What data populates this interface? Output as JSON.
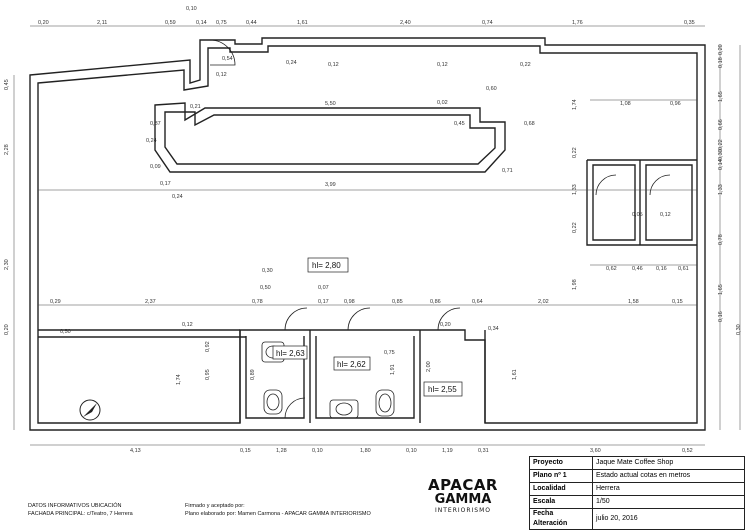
{
  "title_block": {
    "rows": [
      {
        "key": "Proyecto",
        "value": "Jaque Mate Coffee Shop"
      },
      {
        "key": "Plano nº 1",
        "value": "Estado actual cotas en metros"
      },
      {
        "key": "Localidad",
        "value": "Herrera"
      },
      {
        "key": "Escala",
        "value": "1/50"
      },
      {
        "key": "Fecha Alteración",
        "value": "julio 20, 2016"
      }
    ]
  },
  "logo": {
    "line1": "APACAR",
    "line2": "GAMMA",
    "line3": "INTERIORISMO"
  },
  "footer": {
    "info_title": "DATOS INFORMATIVOS UBICACIÓN",
    "info_address": "FACHADA PRINCIPAL: c/Teatro, 7 Herrera",
    "signed": "Firmado y aceptado por:",
    "prepared": "Plano elaborado por: Mamen Carmona - APACAR GAMMA INTERIORISMO"
  },
  "room_heights": [
    "hl= 2,80",
    "hl= 2,63",
    "hl= 2,62",
    "hl= 2,55"
  ],
  "dimensions": {
    "top": [
      "0,20",
      "2,11",
      "0,59",
      "0,10",
      "0,14",
      "0,75",
      "0,44",
      "1,61",
      "2,40",
      "0,74",
      "1,76",
      "0,35"
    ],
    "interior": [
      "5,50",
      "3,99",
      "0,60",
      "1,08",
      "0,96",
      "0,87",
      "0,21",
      "0,24",
      "0,09",
      "0,17",
      "0,24",
      "0,45",
      "0,68",
      "0,71",
      "0,54",
      "0,24",
      "0,12",
      "0,12",
      "0,22",
      "0,12",
      "0,02"
    ],
    "left": [
      "0,45",
      "2,28",
      "2,30",
      "0,20"
    ],
    "right": [
      "0,20",
      "0,18",
      "1,65",
      "0,66",
      "0,22",
      "0,30",
      "0,14",
      "1,33",
      "0,78",
      "1,65",
      "0,16",
      "0,30"
    ],
    "middle": [
      "0,29",
      "2,37",
      "0,78",
      "0,17",
      "0,98",
      "0,85",
      "0,86",
      "0,64",
      "2,02",
      "1,58",
      "0,15",
      "0,30",
      "0,50",
      "0,07",
      "0,50",
      "0,34",
      "0,62",
      "0,46",
      "0,16",
      "0,61",
      "0,05",
      "0,12",
      "1,74",
      "1,33",
      "1,98",
      "0,22",
      "0,22"
    ],
    "lower": [
      "0,89",
      "0,95",
      "0,92",
      "1,74",
      "0,75",
      "1,91",
      "2,00",
      "1,61",
      "0,12",
      "0,20"
    ],
    "bottom": [
      "4,13",
      "0,15",
      "1,28",
      "0,10",
      "1,80",
      "0,10",
      "1,19",
      "0,31",
      "3,60",
      "0,52"
    ]
  },
  "north_symbol": "north-arrow"
}
